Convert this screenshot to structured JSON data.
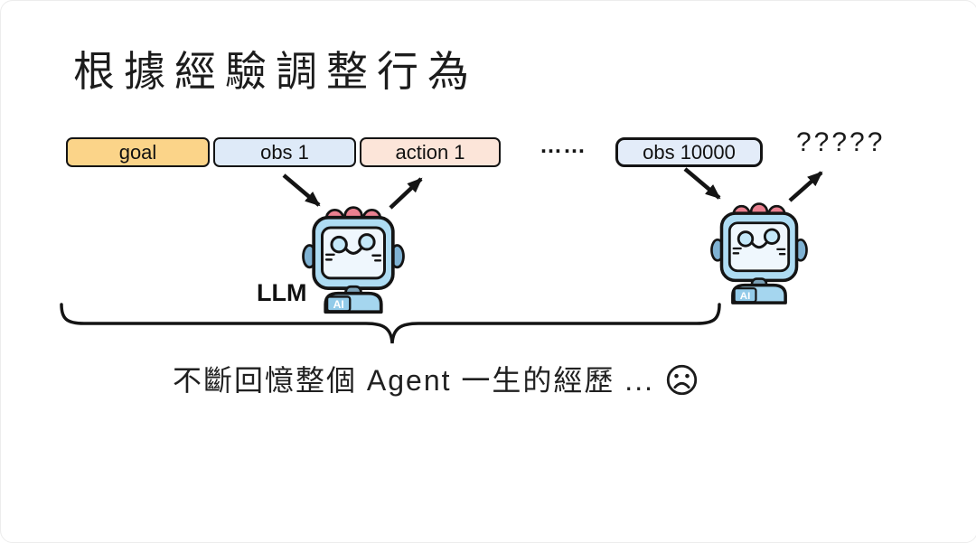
{
  "slide": {
    "title": "根據經驗調整行為",
    "timeline": {
      "goal": "goal",
      "obs1": "obs 1",
      "action1": "action 1",
      "ellipsis": "……",
      "obs10000": "obs 10000",
      "unknown": "?????"
    },
    "llm_label": "LLM",
    "robot_badge": "AI",
    "caption": "不斷回憶整個 Agent 一生的經歷 ...",
    "icons": {
      "robot": "cute-ai-robot-icon",
      "sad_face": "sad-face-icon",
      "arrows": "black-arrow-icons",
      "brace": "under-brace-icon"
    },
    "colors": {
      "goal_fill": "#FBD489",
      "obs_fill": "#DEEAF8",
      "obs10000_fill": "#E3ECF9",
      "action_fill": "#FCE5D9",
      "outline": "#141414",
      "robot_head": "#AEDCF3",
      "robot_screen": "#EFF7FD",
      "robot_body": "#A5D6EF",
      "robot_ear": "#7FB2D3",
      "robot_neck": "#7CA2B8",
      "robot_bump": "#EA8090",
      "robot_badge_fill": "#93CBE9",
      "text": "#1A1A1A",
      "background": "#FFFFFF"
    }
  }
}
